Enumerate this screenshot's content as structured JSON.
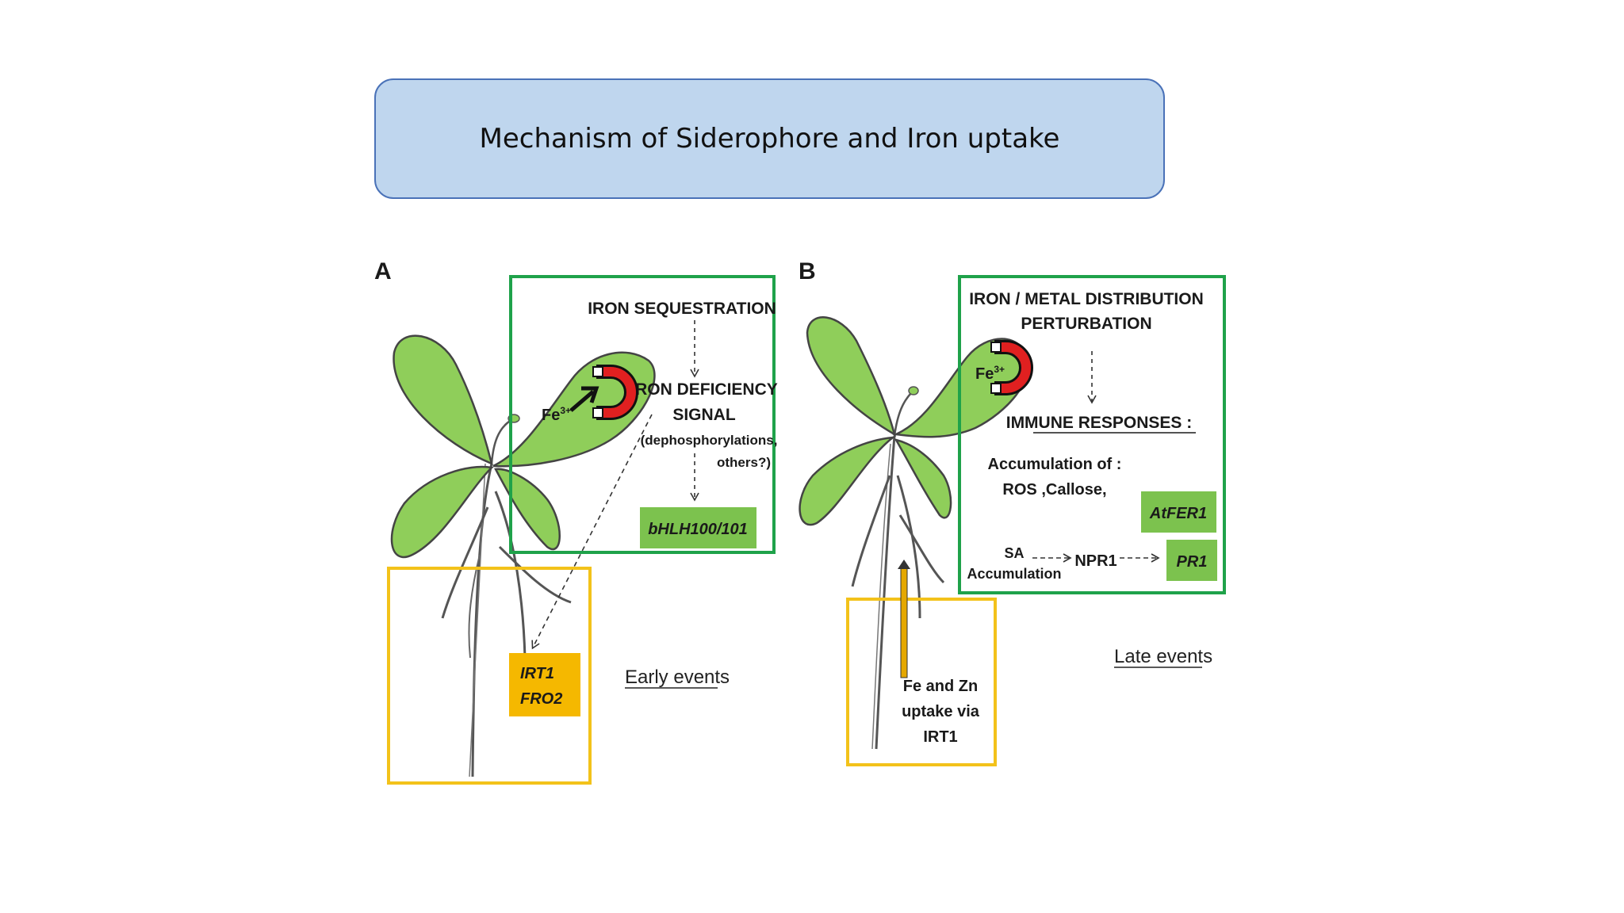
{
  "slide": {
    "title": "Mechanism of Siderophore and Iron uptake"
  },
  "panel_a": {
    "letter": "A",
    "iron_sequestration": "IRON SEQUESTRATION",
    "deficiency_line1": "IRON DEFICIENCY",
    "deficiency_line2": "SIGNAL",
    "deficiency_note1": "(dephosphorylations,",
    "deficiency_note2": "others?)",
    "fe_label": "Fe",
    "fe_charge": "3+",
    "bhlh_label": "bHLH100/101",
    "irt1_label": "IRT1",
    "fro2_label": "FRO2",
    "caption": "Early events"
  },
  "panel_b": {
    "letter": "B",
    "perturbation_line1": "IRON / METAL DISTRIBUTION",
    "perturbation_line2": "PERTURBATION",
    "fe_label": "Fe",
    "fe_charge": "3+",
    "immune_responses": "IMMUNE RESPONSES :",
    "accumulation_of": "Accumulation of :",
    "ros_callose": "ROS ,Callose,",
    "atfer1_label": "AtFER1",
    "sa_label": "SA",
    "sa_accumulation": "Accumulation",
    "npr1_label": "NPR1",
    "pr1_label": "PR1",
    "uptake_line1": "Fe and Zn",
    "uptake_line2": "uptake via",
    "uptake_line3": "IRT1",
    "caption": "Late events"
  },
  "colors": {
    "green_frame": "#1fa24a",
    "yellow_frame": "#f3c21a",
    "leaf_fill": "#8fce5a",
    "gene_box_green": "#7cc24e",
    "gene_box_orange": "#f5b800",
    "magnet_red": "#e02020",
    "title_fill": "#bfd6ee",
    "title_border": "#4a72b8"
  }
}
